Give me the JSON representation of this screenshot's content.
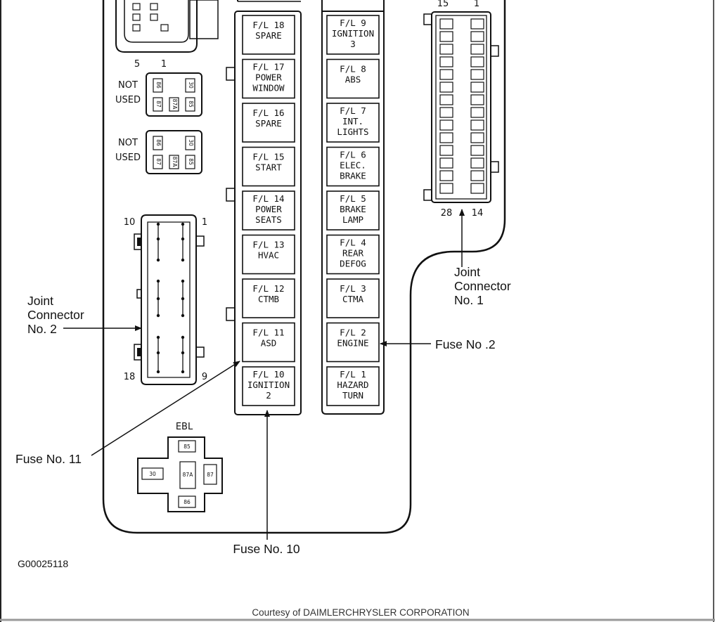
{
  "fuses_left": [
    {
      "id": "fuse-18",
      "lines": [
        "F/L 18",
        "SPARE"
      ]
    },
    {
      "id": "fuse-17",
      "lines": [
        "F/L 17",
        "POWER",
        "WINDOW"
      ]
    },
    {
      "id": "fuse-16",
      "lines": [
        "F/L 16",
        "SPARE"
      ]
    },
    {
      "id": "fuse-15",
      "lines": [
        "F/L 15",
        "START"
      ]
    },
    {
      "id": "fuse-14",
      "lines": [
        "F/L 14",
        "POWER",
        "SEATS"
      ]
    },
    {
      "id": "fuse-13",
      "lines": [
        "F/L 13",
        "HVAC"
      ]
    },
    {
      "id": "fuse-12",
      "lines": [
        "F/L 12",
        "CTMB"
      ]
    },
    {
      "id": "fuse-11",
      "lines": [
        "F/L 11",
        "ASD"
      ]
    },
    {
      "id": "fuse-10",
      "lines": [
        "F/L 10",
        "IGNITION",
        "2"
      ]
    }
  ],
  "fuses_right": [
    {
      "id": "fuse-9",
      "lines": [
        "F/L 9",
        "IGNITION",
        "3"
      ]
    },
    {
      "id": "fuse-8",
      "lines": [
        "F/L 8",
        "ABS"
      ]
    },
    {
      "id": "fuse-7",
      "lines": [
        "F/L 7",
        "INT.",
        "LIGHTS"
      ]
    },
    {
      "id": "fuse-6",
      "lines": [
        "F/L 6",
        "ELEC.",
        "BRAKE"
      ]
    },
    {
      "id": "fuse-5",
      "lines": [
        "F/L 5",
        "BRAKE",
        "LAMP"
      ]
    },
    {
      "id": "fuse-4",
      "lines": [
        "F/L 4",
        "REAR",
        "DEFOG"
      ]
    },
    {
      "id": "fuse-3",
      "lines": [
        "F/L 3",
        "CTMA"
      ]
    },
    {
      "id": "fuse-2",
      "lines": [
        "F/L 2",
        "ENGINE"
      ]
    },
    {
      "id": "fuse-1",
      "lines": [
        "F/L 1",
        "HAZARD",
        "TURN"
      ]
    }
  ],
  "relays": {
    "top_pins": {
      "left": "5",
      "right": "1"
    },
    "not_used_1": {
      "label_1": "NOT",
      "label_2": "USED",
      "terminals": [
        "86",
        "30",
        "87",
        "87A",
        "85"
      ]
    },
    "not_used_2": {
      "label_1": "NOT",
      "label_2": "USED",
      "terminals": [
        "86",
        "30",
        "87",
        "87A",
        "85"
      ]
    },
    "ebl": {
      "label": "EBL",
      "terminals": {
        "top": "85",
        "left": "30",
        "center": "87A",
        "right": "87",
        "bottom": "86"
      }
    }
  },
  "joint_connector_1": {
    "pins": {
      "top_left": "15",
      "top_right": "1",
      "bottom_left": "28",
      "bottom_right": "14"
    },
    "callout": [
      "Joint",
      "Connector",
      "No. 1"
    ]
  },
  "joint_connector_2": {
    "pins": {
      "top_left": "10",
      "top_right": "1",
      "bottom_left": "18",
      "bottom_right": "9"
    },
    "callout": [
      "Joint",
      "Connector",
      "No. 2"
    ]
  },
  "callouts": {
    "fuse_2": "Fuse No .2",
    "fuse_11": "Fuse No. 11",
    "fuse_10": "Fuse No. 10"
  },
  "figure_id": "G00025118",
  "courtesy": "Courtesy of DAIMLERCHRYSLER CORPORATION"
}
